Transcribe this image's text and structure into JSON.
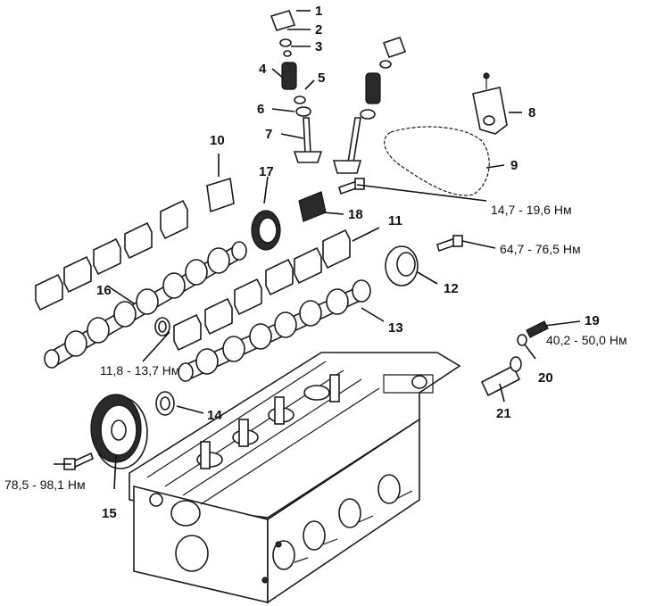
{
  "callouts": [
    {
      "num": "1"
    },
    {
      "num": "2"
    },
    {
      "num": "3"
    },
    {
      "num": "4"
    },
    {
      "num": "5"
    },
    {
      "num": "6"
    },
    {
      "num": "7"
    },
    {
      "num": "8"
    },
    {
      "num": "9"
    },
    {
      "num": "10"
    },
    {
      "num": "11"
    },
    {
      "num": "12"
    },
    {
      "num": "13"
    },
    {
      "num": "14"
    },
    {
      "num": "15"
    },
    {
      "num": "16"
    },
    {
      "num": "17"
    },
    {
      "num": "18"
    },
    {
      "num": "19"
    },
    {
      "num": "20"
    },
    {
      "num": "21"
    }
  ],
  "torques": {
    "chain_guide_bolt": "14,7 - 19,6 Нм",
    "vvt_bolt": "64,7 - 76,5 Нм",
    "cap_bolts": "11,8 - 13,7 Нм",
    "oil_valve": "40,2 - 50,0 Нм",
    "sprocket_bolt": "78,5 - 98,1 Нм"
  },
  "icons": [
    "cylinder-head",
    "camshaft",
    "camshaft-sprocket",
    "timing-chain",
    "valve",
    "valve-spring",
    "bolt",
    "bearing-cap",
    "oil-seal",
    "chain-tensioner"
  ]
}
